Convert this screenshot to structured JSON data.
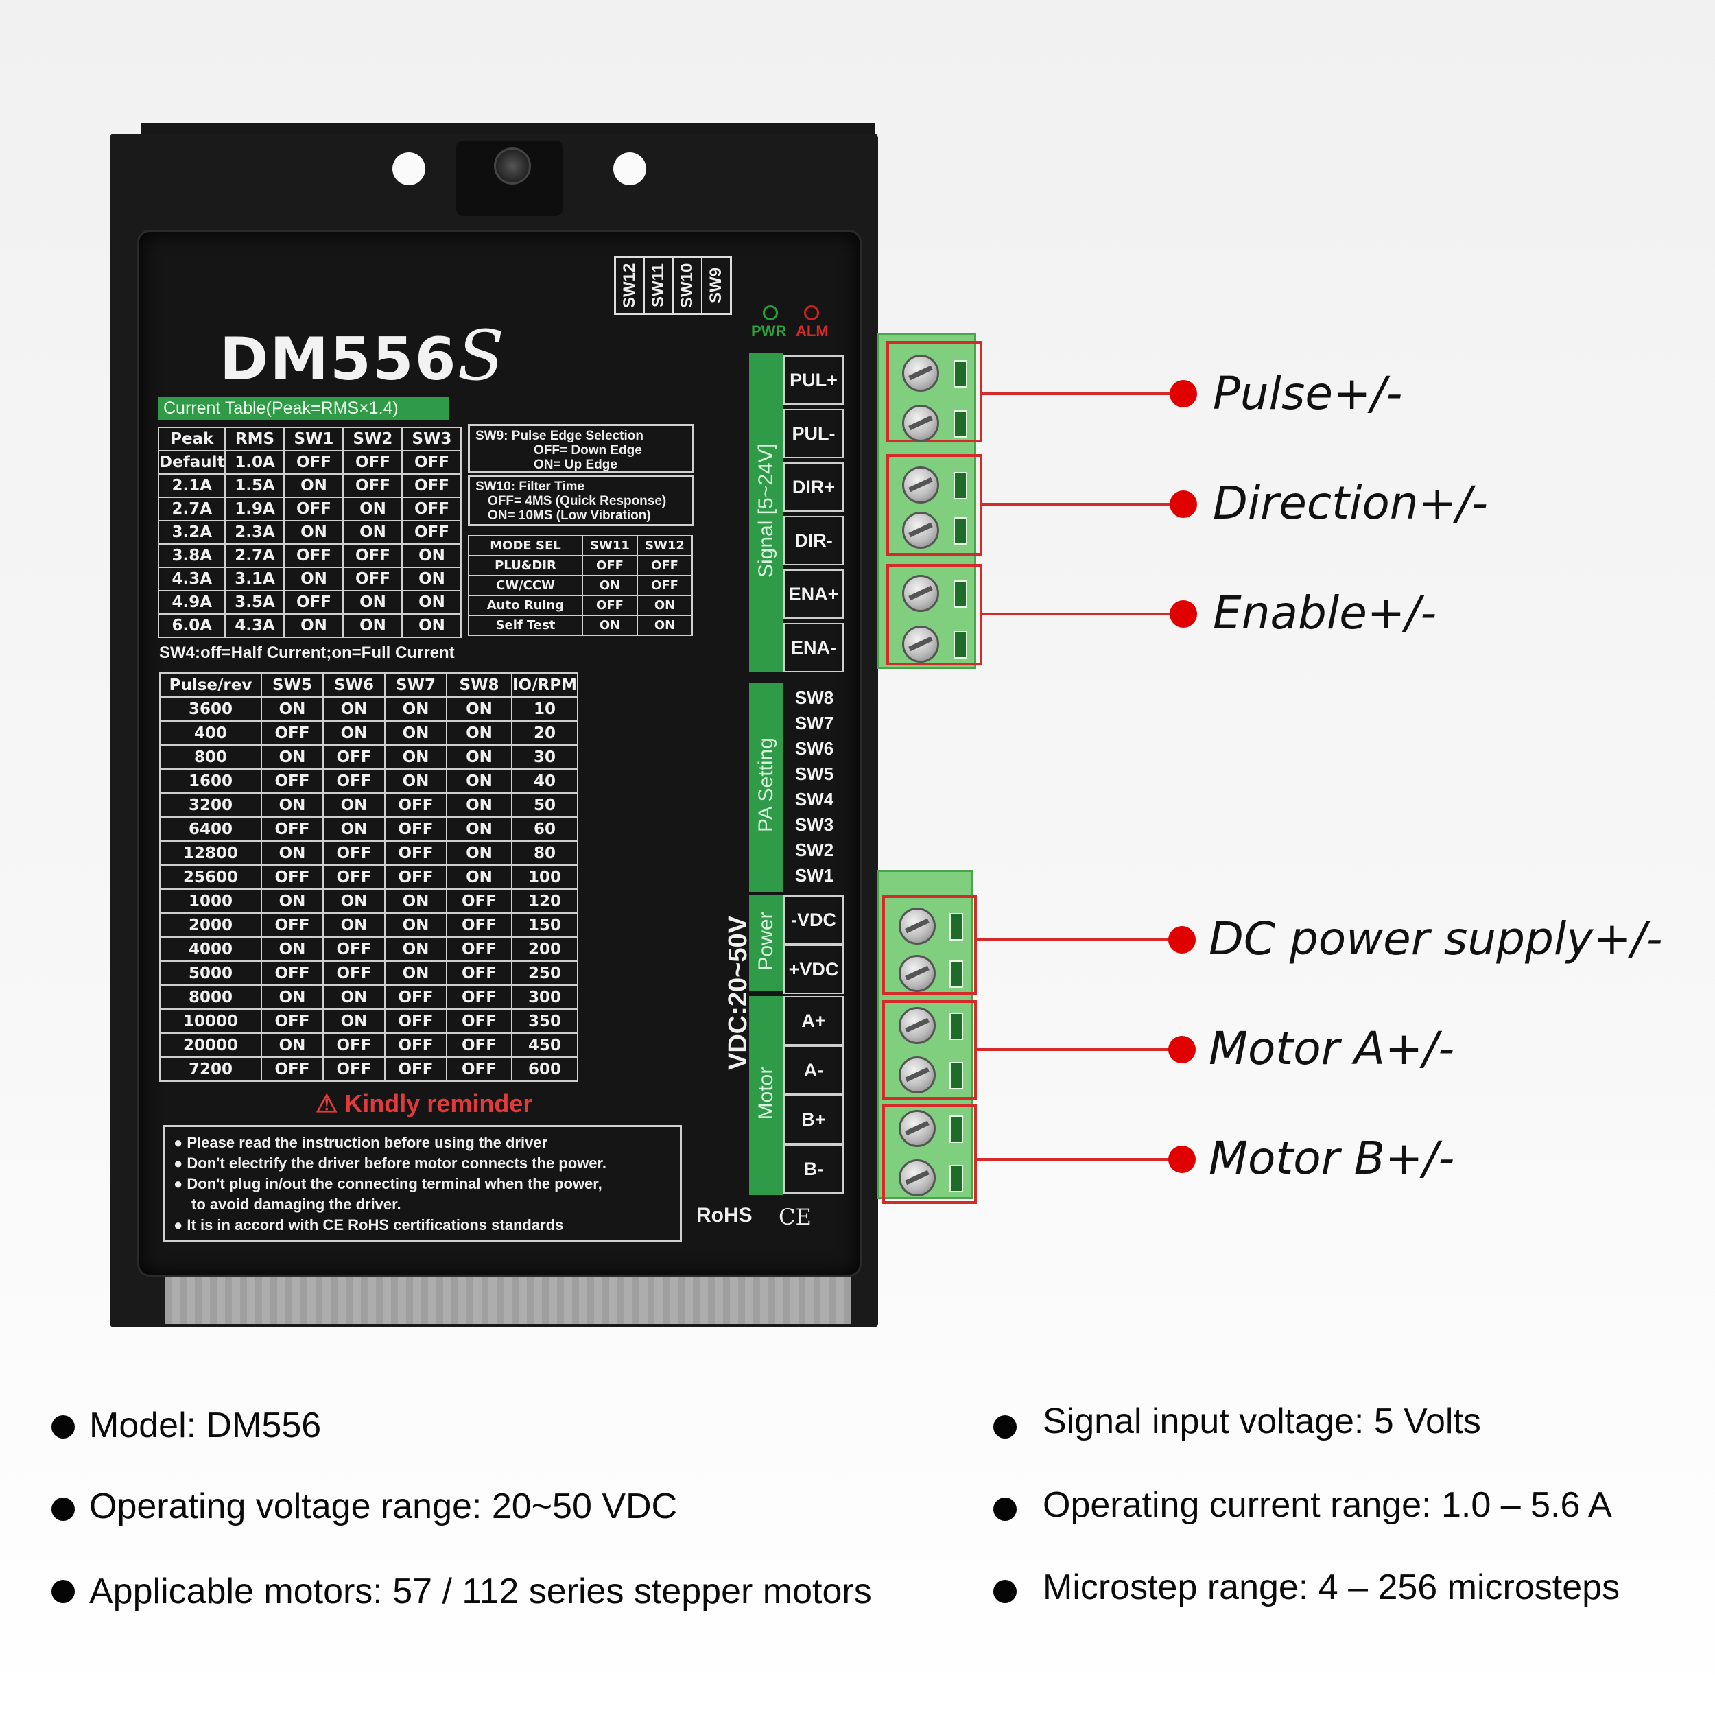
{
  "panel": {
    "model_logo": "DM556",
    "model_logo_suffix": "S",
    "top_switches": [
      "SW12",
      "SW11",
      "SW10",
      "SW9"
    ],
    "leds": {
      "pwr": "PWR",
      "alm": "ALM"
    },
    "current_table": {
      "title": "Current Table(Peak=RMS×1.4)",
      "headers": [
        "Peak",
        "RMS",
        "SW1",
        "SW2",
        "SW3"
      ],
      "rows": [
        [
          "Default",
          "1.0A",
          "OFF",
          "OFF",
          "OFF"
        ],
        [
          "2.1A",
          "1.5A",
          "ON",
          "OFF",
          "OFF"
        ],
        [
          "2.7A",
          "1.9A",
          "OFF",
          "ON",
          "OFF"
        ],
        [
          "3.2A",
          "2.3A",
          "ON",
          "ON",
          "OFF"
        ],
        [
          "3.8A",
          "2.7A",
          "OFF",
          "OFF",
          "ON"
        ],
        [
          "4.3A",
          "3.1A",
          "ON",
          "OFF",
          "ON"
        ],
        [
          "4.9A",
          "3.5A",
          "OFF",
          "ON",
          "ON"
        ],
        [
          "6.0A",
          "4.3A",
          "ON",
          "ON",
          "ON"
        ]
      ]
    },
    "sw9_note": {
      "line1": "SW9: Pulse Edge Selection",
      "line2": "OFF= Down Edge",
      "line3": "ON= Up Edge"
    },
    "sw10_note": {
      "line1": "SW10: Filter Time",
      "line2": "OFF= 4MS (Quick Response)",
      "line3": "ON= 10MS (Low Vibration)"
    },
    "mode_table": {
      "headers": [
        "MODE SEL",
        "SW11",
        "SW12"
      ],
      "rows": [
        [
          "PLU&DIR",
          "OFF",
          "OFF"
        ],
        [
          "CW/CCW",
          "ON",
          "OFF"
        ],
        [
          "Auto Ruing",
          "OFF",
          "ON"
        ],
        [
          "Self Test",
          "ON",
          "ON"
        ]
      ]
    },
    "sw4_note": "SW4:off=Half Current;on=Full Current",
    "pulse_table": {
      "headers": [
        "Pulse/rev",
        "SW5",
        "SW6",
        "SW7",
        "SW8",
        "IO/RPM"
      ],
      "rows": [
        [
          "3600",
          "ON",
          "ON",
          "ON",
          "ON",
          "10"
        ],
        [
          "400",
          "OFF",
          "ON",
          "ON",
          "ON",
          "20"
        ],
        [
          "800",
          "ON",
          "OFF",
          "ON",
          "ON",
          "30"
        ],
        [
          "1600",
          "OFF",
          "OFF",
          "ON",
          "ON",
          "40"
        ],
        [
          "3200",
          "ON",
          "ON",
          "OFF",
          "ON",
          "50"
        ],
        [
          "6400",
          "OFF",
          "ON",
          "OFF",
          "ON",
          "60"
        ],
        [
          "12800",
          "ON",
          "OFF",
          "OFF",
          "ON",
          "80"
        ],
        [
          "25600",
          "OFF",
          "OFF",
          "OFF",
          "ON",
          "100"
        ],
        [
          "1000",
          "ON",
          "ON",
          "ON",
          "OFF",
          "120"
        ],
        [
          "2000",
          "OFF",
          "ON",
          "ON",
          "OFF",
          "150"
        ],
        [
          "4000",
          "ON",
          "OFF",
          "ON",
          "OFF",
          "200"
        ],
        [
          "5000",
          "OFF",
          "OFF",
          "ON",
          "OFF",
          "250"
        ],
        [
          "8000",
          "ON",
          "ON",
          "OFF",
          "OFF",
          "300"
        ],
        [
          "10000",
          "OFF",
          "ON",
          "OFF",
          "OFF",
          "350"
        ],
        [
          "20000",
          "ON",
          "OFF",
          "OFF",
          "OFF",
          "450"
        ],
        [
          "7200",
          "OFF",
          "OFF",
          "OFF",
          "OFF",
          "600"
        ]
      ]
    },
    "reminder_title": "Kindly reminder",
    "reminder_lines": [
      "Please read the instruction before using the driver",
      "Don't electrify the driver before motor connects the power.",
      "Don't plug in/out the connecting terminal when the power,",
      "to avoid damaging the driver.",
      "It is in accord with CE RoHS certifications standards"
    ],
    "rohs": "RoHS",
    "ce": "CE",
    "vdc_label": "VDC:20~50V",
    "signal_label": "Signal [5~24V]",
    "signal_pins": [
      "PUL+",
      "PUL-",
      "DIR+",
      "DIR-",
      "ENA+",
      "ENA-"
    ],
    "pa_label": "PA Setting",
    "pa_switches": [
      "SW8",
      "SW7",
      "SW6",
      "SW5",
      "SW4",
      "SW3",
      "SW2",
      "SW1"
    ],
    "power_label": "Power",
    "power_pins": [
      "-VDC",
      "+VDC"
    ],
    "motor_label": "Motor",
    "motor_pins": [
      "A+",
      "A-",
      "B+",
      "B-"
    ]
  },
  "callouts": [
    "Pulse+/-",
    "Direction+/-",
    "Enable+/-",
    "DC power supply+/-",
    "Motor A+/-",
    "Motor B+/-"
  ],
  "specs": {
    "left": [
      "Model: DM556",
      "Operating voltage range: 20~50 VDC",
      "Applicable motors: 57 / 112 series stepper motors"
    ],
    "right": [
      "Signal input voltage: 5 Volts",
      "Operating current range: 1.0 – 5.6 A",
      "Microstep range: 4 – 256 microsteps"
    ]
  },
  "colors": {
    "terminal_green": "#7fcf7f",
    "panel_green": "#2f9a48",
    "callout_red": "#e00000",
    "body_black": "#151515"
  }
}
